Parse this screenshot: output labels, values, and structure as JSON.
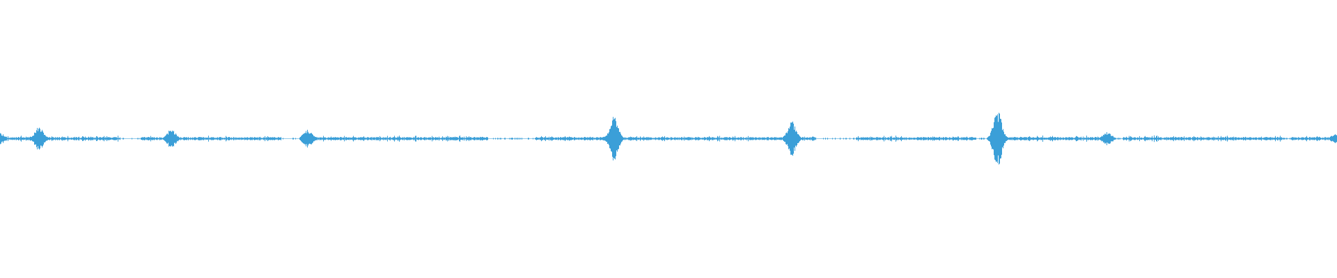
{
  "waveform": {
    "color": "#3b9fd8",
    "background": "#ffffff",
    "baseline": 0,
    "amplitude_range": [
      -1,
      1
    ],
    "duration_fraction": [
      0,
      1
    ],
    "peaks": [
      {
        "t": 0.0,
        "amp": 0.04
      },
      {
        "t": 0.029,
        "amp": 0.09
      },
      {
        "t": 0.128,
        "amp": 0.07
      },
      {
        "t": 0.23,
        "amp": 0.07
      },
      {
        "t": 0.459,
        "amp": 0.16
      },
      {
        "t": 0.592,
        "amp": 0.13
      },
      {
        "t": 0.746,
        "amp": 0.2
      },
      {
        "t": 0.828,
        "amp": 0.05
      },
      {
        "t": 0.999,
        "amp": 0.04
      }
    ],
    "busy_regions": [
      [
        0.0,
        0.09
      ],
      [
        0.105,
        0.21
      ],
      [
        0.225,
        0.365
      ],
      [
        0.4,
        0.45
      ],
      [
        0.45,
        0.61
      ],
      [
        0.64,
        0.73
      ],
      [
        0.74,
        0.83
      ],
      [
        0.84,
        0.96
      ],
      [
        0.965,
        1.0
      ]
    ]
  }
}
